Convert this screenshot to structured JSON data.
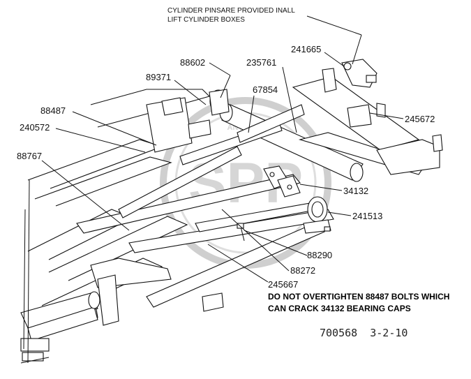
{
  "diagram": {
    "note": {
      "line1": "CYLINDER PINSARE PROVIDED INALL",
      "line2": "LIFT CYLINDER BOXES"
    },
    "labels": [
      {
        "id": "p241665",
        "text": "241665"
      },
      {
        "id": "p235761",
        "text": "235761"
      },
      {
        "id": "p88602",
        "text": "88602"
      },
      {
        "id": "p89371",
        "text": "89371"
      },
      {
        "id": "p67854",
        "text": "67854"
      },
      {
        "id": "p88487",
        "text": "88487"
      },
      {
        "id": "p240572",
        "text": "240572"
      },
      {
        "id": "p245672",
        "text": "245672"
      },
      {
        "id": "p88767",
        "text": "88767"
      },
      {
        "id": "p34132",
        "text": "34132"
      },
      {
        "id": "p241513",
        "text": "241513"
      },
      {
        "id": "p88290",
        "text": "88290"
      },
      {
        "id": "p88272",
        "text": "88272"
      },
      {
        "id": "p245667",
        "text": "245667"
      }
    ],
    "warning": {
      "line1": "DO NOT OVERTIGHTEN 88487 BOLTS WHICH",
      "line2": "CAN CRACK 34132 BEARING CAPS"
    },
    "drawing_ref": "700568  3-2-10",
    "watermark": {
      "letters": "SPP",
      "ring_text": "ANTHAPA"
    }
  }
}
